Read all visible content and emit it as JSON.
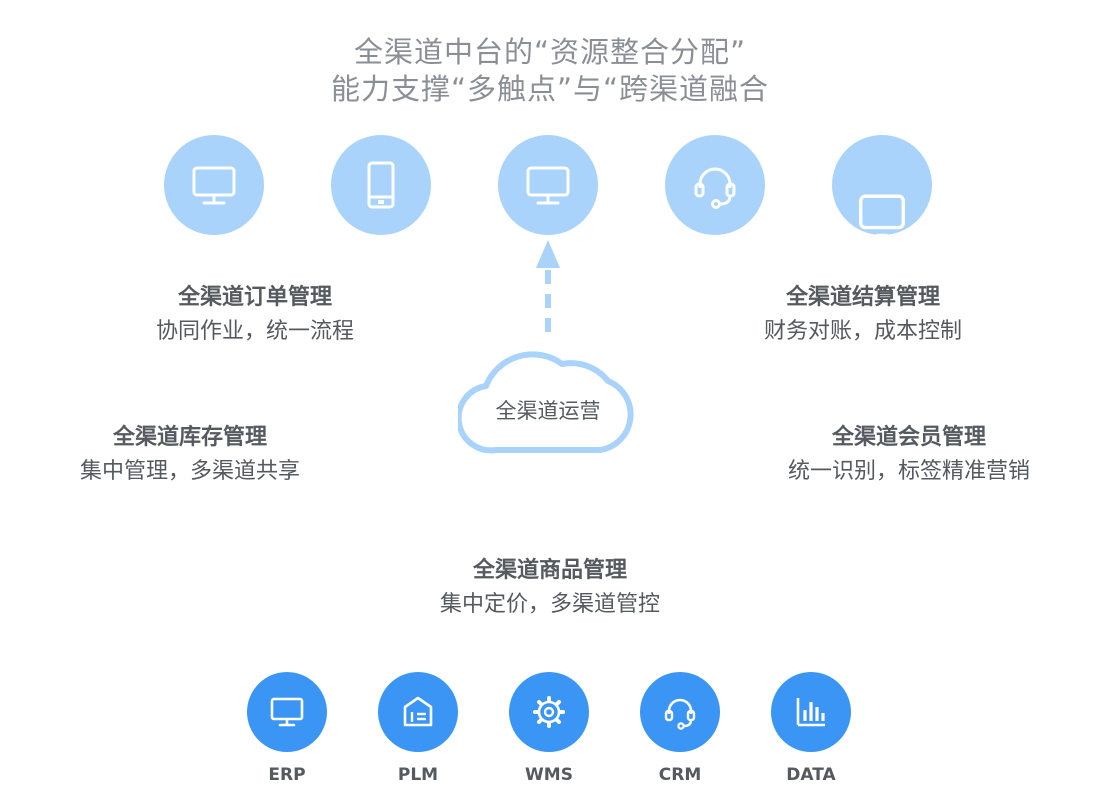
{
  "title": {
    "line1": "全渠道中台的“资源整合分配”",
    "line2": "能力支撑“多触点”与“跨渠道融合"
  },
  "touchpoints": [
    {
      "icon": "monitor-icon"
    },
    {
      "icon": "mobile-phone-icon"
    },
    {
      "icon": "monitor-icon"
    },
    {
      "icon": "headset-icon"
    },
    {
      "icon": "laptop-icon"
    }
  ],
  "features": {
    "order": {
      "title": "全渠道订单管理",
      "desc": "协同作业，统一流程"
    },
    "inventory": {
      "title": "全渠道库存管理",
      "desc": "集中管理，多渠道共享"
    },
    "settlement": {
      "title": "全渠道结算管理",
      "desc": "财务对账，成本控制"
    },
    "member": {
      "title": "全渠道会员管理",
      "desc": "统一识别，标签精准营销"
    },
    "goods": {
      "title": "全渠道商品管理",
      "desc": "集中定价，多渠道管控"
    }
  },
  "cloud": {
    "label": "全渠道运营"
  },
  "systems": [
    {
      "label": "ERP",
      "icon": "monitor-icon"
    },
    {
      "label": "PLM",
      "icon": "building-icon"
    },
    {
      "label": "WMS",
      "icon": "gear-icon"
    },
    {
      "label": "CRM",
      "icon": "headset-icon"
    },
    {
      "label": "DATA",
      "icon": "bar-chart-icon"
    }
  ],
  "colors": {
    "touchpoint_bg": "#a9d3fb",
    "system_bg": "#3b95f5",
    "cloud_stroke": "#a9d3fb",
    "title_text": "#8a8f96",
    "body_text": "#555a60"
  }
}
